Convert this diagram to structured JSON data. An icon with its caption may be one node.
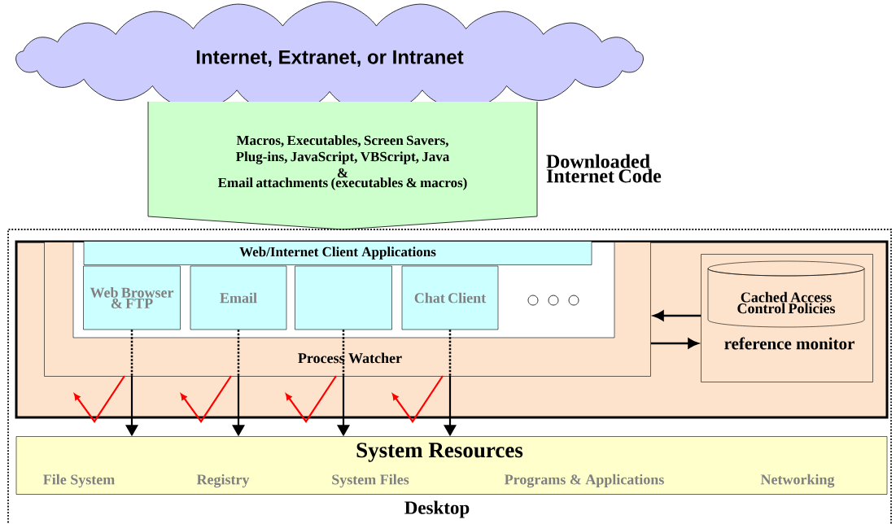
{
  "diagram": {
    "nodes": [
      {
        "text": [
          "Internet, Extranet, or Intranet"
        ]
      },
      {
        "text": [
          "Macros, Executables, Screen Savers, Plug-ins, JavaScript, VBScript, Java",
          "&",
          "Email attachments (executables & macros)"
        ],
        "beside": [
          "Downloaded Internet Code"
        ]
      },
      {
        "text": [
          "Desktop"
        ]
      },
      {
        "text": [],
        "shape": "box",
        "in": 2
      },
      {
        "text": [
          "Process Watcher"
        ],
        "in": 3
      },
      {
        "text": [
          "Web/Internet Client Applications"
        ],
        "in": 4
      },
      {
        "text": [
          "Web Browser & FTP"
        ],
        "in": 4
      },
      {
        "text": [
          "Email"
        ],
        "in": 4
      },
      {
        "text": [],
        "shape": "box",
        "in": 4
      },
      {
        "text": [
          "Chat Client"
        ],
        "in": 4
      },
      {
        "text": [
          "reference monitor"
        ],
        "in": 3
      },
      {
        "text": [
          "Cached Access Control Policies"
        ],
        "in": 10
      },
      {
        "text": [
          "System Resources",
          "File System",
          "Registry",
          "System Files",
          "Programs & Applications",
          "Networking"
        ],
        "in": 2
      }
    ],
    "edges": [
      {
        "from": 6,
        "to": 12,
        "arrow": "to"
      },
      {
        "from": 7,
        "to": 12,
        "arrow": "to"
      },
      {
        "from": 8,
        "to": 12,
        "arrow": "to"
      },
      {
        "from": 9,
        "to": 12,
        "arrow": "to"
      },
      {
        "from": 10,
        "to": 4,
        "arrow": "to"
      },
      {
        "from": 4,
        "to": 10,
        "arrow": "to"
      }
    ]
  }
}
